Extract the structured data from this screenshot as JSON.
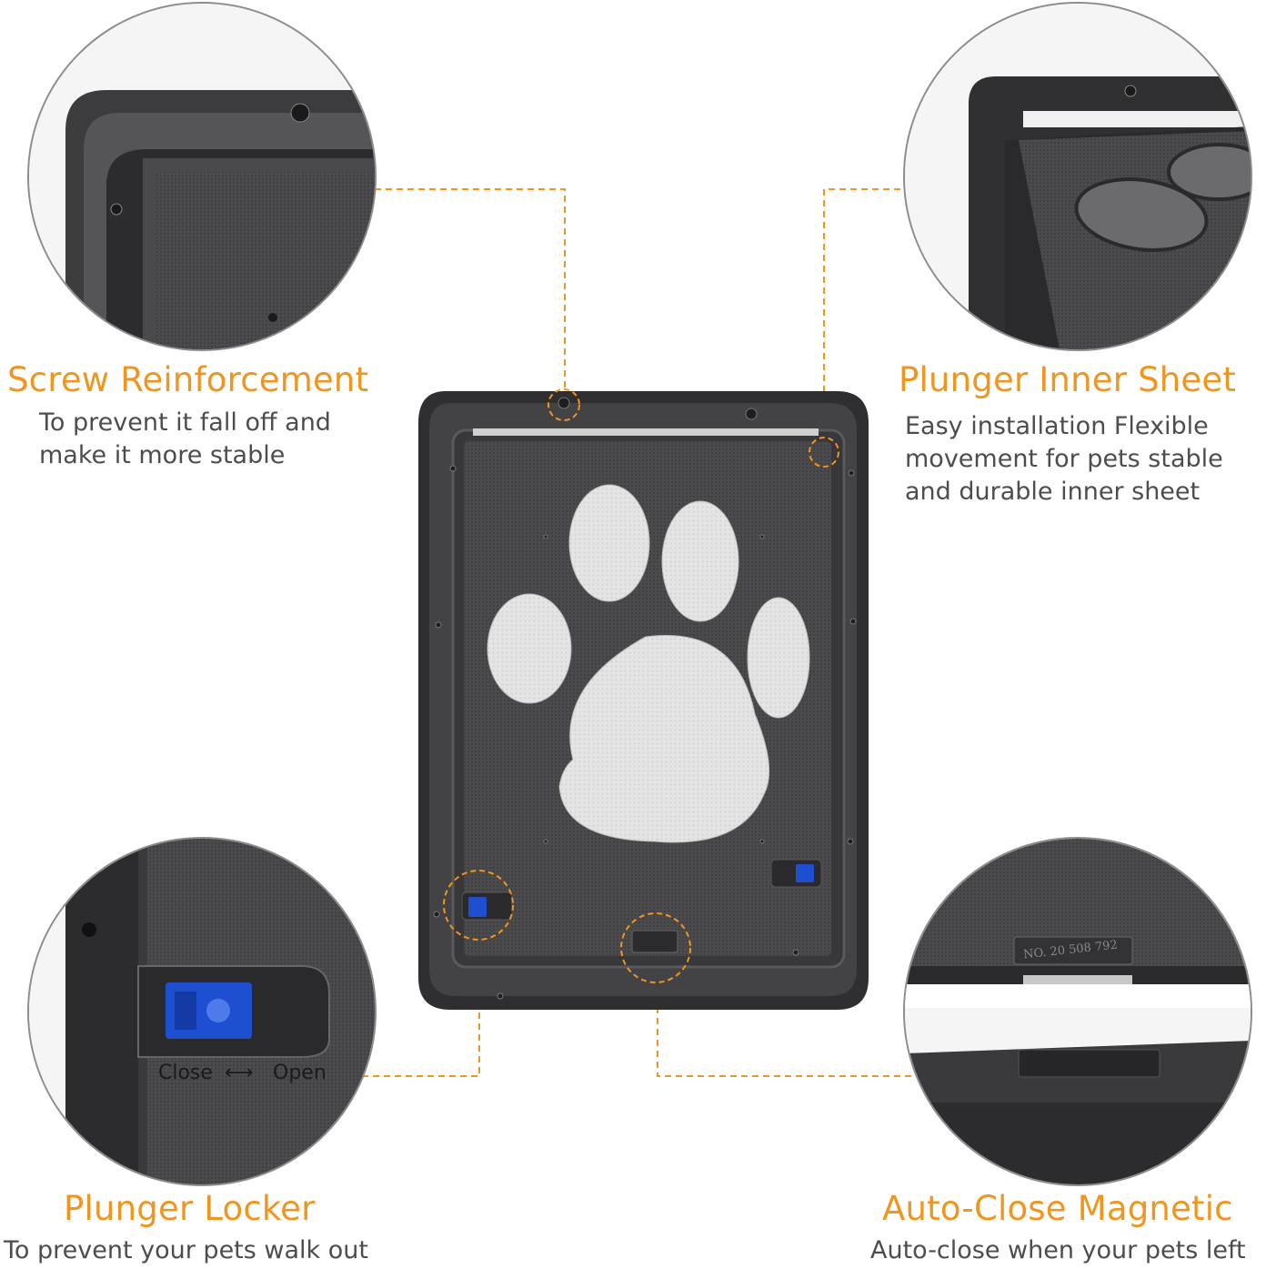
{
  "features": [
    {
      "title": "Screw Reinforcement",
      "lines": [
        "To prevent it fall off and",
        "make it more stable"
      ]
    },
    {
      "title": "Plunger Inner Sheet",
      "lines": [
        "Easy installation Flexible",
        "movement for pets stable",
        "and durable inner sheet"
      ]
    },
    {
      "title": "Plunger Locker",
      "lines": [
        "To prevent your pets walk out"
      ]
    },
    {
      "title": "Auto-Close Magnetic",
      "lines": [
        "Auto-close when your pets left"
      ]
    }
  ],
  "product": {
    "locker_label_close": "Close",
    "locker_label_open": "Open",
    "magnet_stamp": "NO. 20 508 792"
  },
  "colors": {
    "accent": "#f0951f",
    "frame": "#3a3a3c",
    "mesh": "#4a4a4c",
    "locker": "#1f4fd1",
    "text": "#4d4d4d"
  }
}
